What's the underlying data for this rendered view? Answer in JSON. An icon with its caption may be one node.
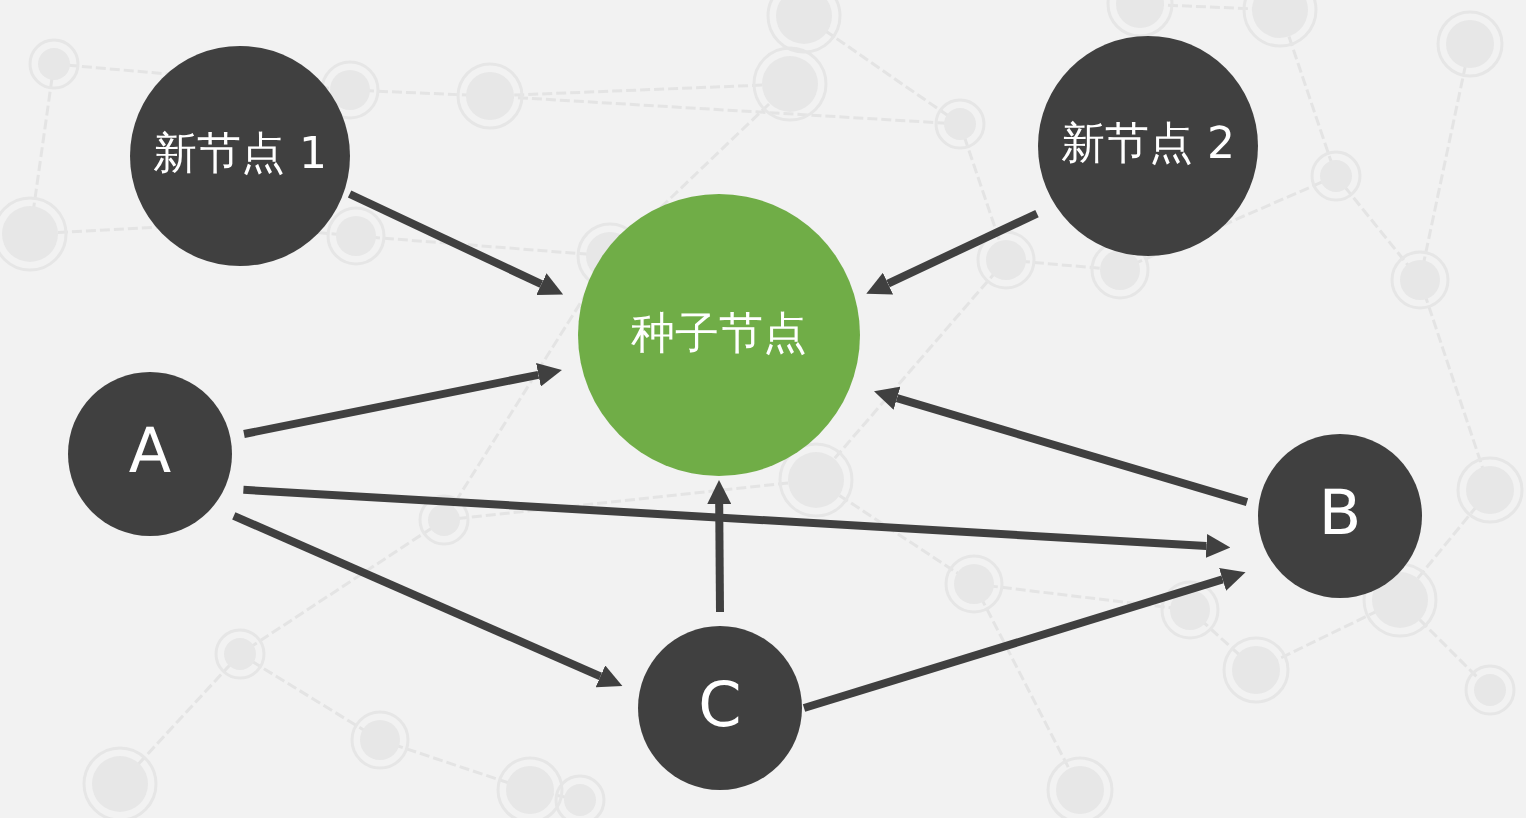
{
  "diagram": {
    "nodes": [
      {
        "text": [
          "新节点 1"
        ]
      },
      {
        "text": [
          "新节点 2"
        ]
      },
      {
        "text": [
          "种子节点"
        ]
      },
      {
        "text": [
          "A"
        ]
      },
      {
        "text": [
          "B"
        ]
      },
      {
        "text": [
          "C"
        ]
      }
    ],
    "edges": [
      {
        "from": 0,
        "to": 2,
        "arrow": "to"
      },
      {
        "from": 1,
        "to": 2,
        "arrow": "to"
      },
      {
        "from": 3,
        "to": 2,
        "arrow": "to"
      },
      {
        "from": 4,
        "to": 2,
        "arrow": "to"
      },
      {
        "from": 3,
        "to": 4,
        "arrow": "to"
      },
      {
        "from": 3,
        "to": 5,
        "arrow": "to"
      },
      {
        "from": 5,
        "to": 2,
        "arrow": "to"
      },
      {
        "from": 5,
        "to": 4,
        "arrow": "to"
      }
    ]
  }
}
